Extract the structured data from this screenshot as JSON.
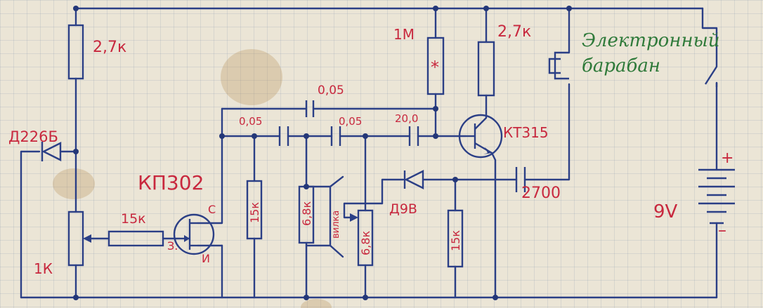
{
  "labels": {
    "r_top_left": "2,7к",
    "diode_d226": "Д226Б",
    "fet": "КП302",
    "pot_1k": "1К",
    "r_15k_gate": "15к",
    "gate_pin": "З.",
    "source_pin": "И",
    "drain_pin": "С",
    "c_top": "0,05",
    "c_first": "0,05",
    "c_second": "0,05",
    "c_20": "20,0",
    "r_1m": "1М",
    "r_1m_star": "*",
    "r_collector": "2,7к",
    "transistor": "КТ315",
    "r_15k_a": "15к",
    "r_68k_a": "6,8к",
    "r_68k_b": "6,8к",
    "selector": "вилка",
    "diode_d9": "Д9В",
    "r_15k_b": "15к",
    "c_2700": "2700",
    "title_line1": "Электронный",
    "title_line2": "барабан",
    "battery": "9V",
    "plus": "+",
    "minus": "–"
  },
  "colors": {
    "ink_blue": "#2b3f86",
    "ink_red": "#c8283e",
    "ink_green": "#2f7a3a",
    "paper": "#ebe5d6"
  }
}
